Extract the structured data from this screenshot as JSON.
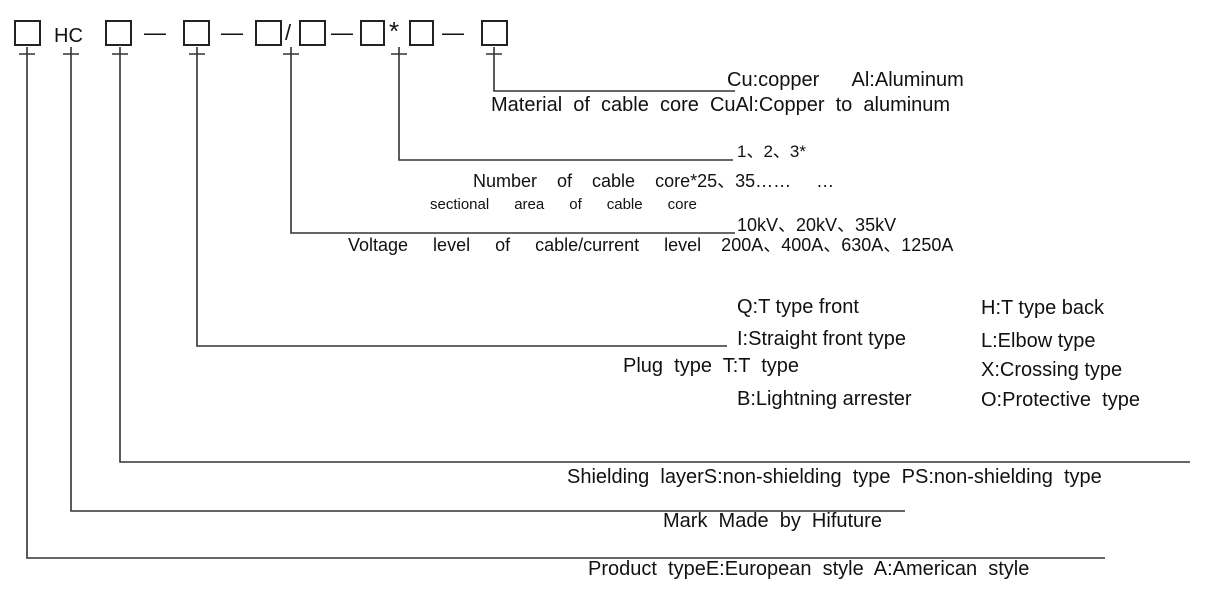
{
  "code": {
    "prefix": "HC",
    "dash": "—",
    "slash": "/",
    "star": "*"
  },
  "material": {
    "line1": "Cu:copper      Al:Aluminum",
    "line2": "Material  of  cable  core  CuAl:Copper  to  aluminum"
  },
  "cores": {
    "line1": "1、2、3*",
    "line2": "Number    of    cable    core*25、35……     …",
    "line3": "sectional      area      of      cable      core"
  },
  "voltage": {
    "line1": "10kV、20kV、35kV",
    "line2": "Voltage     level     of     cable/current     level    200A、400A、630A、1250A"
  },
  "plug": {
    "q": "Q:T type front",
    "h": "H:T type back",
    "i": "I:Straight front type",
    "l": "L:Elbow type",
    "label": "Plug  type  T:T  type",
    "x": "X:Crossing type",
    "b": "B:Lightning arrester",
    "o": "O:Protective  type"
  },
  "shielding": "Shielding  layerS:non-shielding  type  PS:non-shielding  type",
  "mark": "Mark  Made  by  Hifuture",
  "product": "Product  typeE:European  style  A:American  style"
}
